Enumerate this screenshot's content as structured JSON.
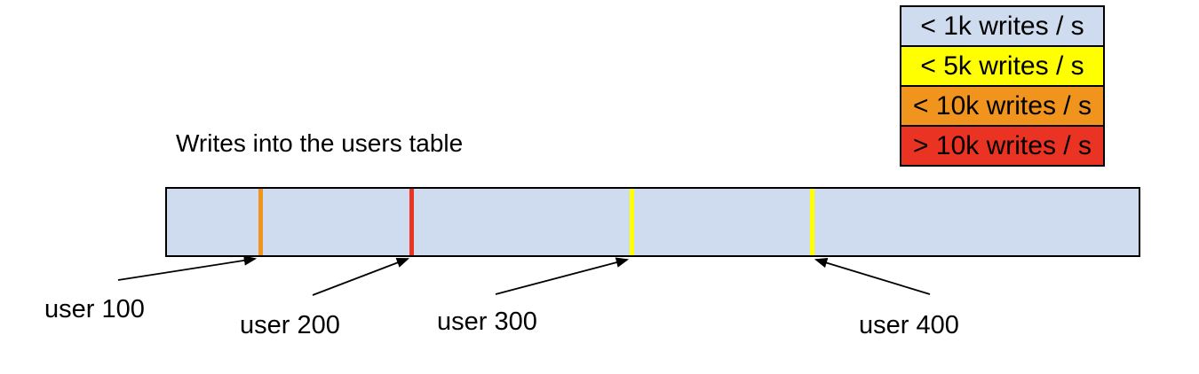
{
  "title": "Writes into the users table",
  "colors": {
    "border": "#000000",
    "bar_fill": "#cfdcf0",
    "rate_lt_1k": "#cfdcf0",
    "rate_lt_5k": "#ffff00",
    "rate_lt_10k": "#f0941e",
    "rate_gt_10k": "#ea3323"
  },
  "legend": {
    "items": [
      {
        "label": "< 1k writes / s",
        "color": "#cfdcf0"
      },
      {
        "label": "< 5k writes / s",
        "color": "#ffff00"
      },
      {
        "label": "< 10k writes / s",
        "color": "#f0941e"
      },
      {
        "label": "> 10k writes / s",
        "color": "#ea3323"
      }
    ]
  },
  "bar": {
    "fill": "#cfdcf0",
    "markers": [
      {
        "user": "user 100",
        "color": "#f0941e",
        "rate": "< 10k writes / s"
      },
      {
        "user": "user 200",
        "color": "#ea3323",
        "rate": "> 10k writes / s"
      },
      {
        "user": "user 300",
        "color": "#ffff00",
        "rate": "< 5k writes / s"
      },
      {
        "user": "user 400",
        "color": "#ffff00",
        "rate": "< 5k writes / s"
      }
    ]
  },
  "labels": [
    {
      "text": "user 100"
    },
    {
      "text": "user 200"
    },
    {
      "text": "user 300"
    },
    {
      "text": "user 400"
    }
  ]
}
